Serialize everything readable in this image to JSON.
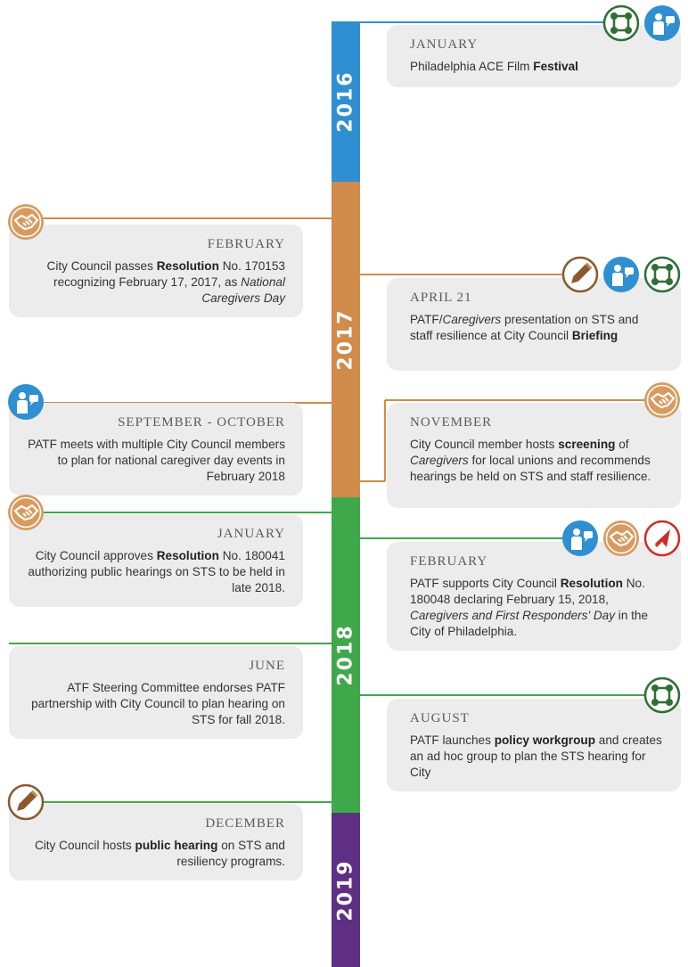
{
  "colors": {
    "y2016": "#2f8fd1",
    "y2017": "#d18b4a",
    "y2018": "#3fa84a",
    "y2019": "#5e2f83",
    "card": "#ececec",
    "icon_green": "#2e6f34",
    "icon_blue": "#2f8fd1",
    "icon_tan": "#d89b5f",
    "icon_brown": "#8a5a2e",
    "icon_purple": "#4a2163",
    "icon_red": "#c9302c"
  },
  "years": [
    "2016",
    "2017",
    "2018",
    "2019"
  ],
  "events": [
    {
      "month": "JANUARY",
      "segments": [
        [
          "Philadelphia ACE Film ",
          ""
        ],
        [
          "Festival",
          "b"
        ]
      ],
      "icons": [
        "network-icon",
        "person-speaking-icon"
      ]
    },
    {
      "month": "FEBRUARY",
      "segments": [
        [
          "City Council passes ",
          ""
        ],
        [
          "Resolution",
          "b"
        ],
        [
          " No. 170153 recognizing February 17, 2017, as ",
          ""
        ],
        [
          "National Caregivers Day",
          "i"
        ]
      ],
      "icons": [
        "handshake-icon"
      ]
    },
    {
      "month": "APRIL 21",
      "segments": [
        [
          "PATF/",
          ""
        ],
        [
          "Caregivers",
          "i"
        ],
        [
          " presentation on STS and staff resilience at City Council ",
          ""
        ],
        [
          "Briefing",
          "b"
        ]
      ],
      "icons": [
        "pencil-icon",
        "person-speaking-icon",
        "network-icon"
      ]
    },
    {
      "month": "SEPTEMBER - OCTOBER",
      "segments": [
        [
          "PATF meets with multiple City Council members to plan for national caregiver day events in February 2018",
          ""
        ]
      ],
      "icons": [
        "person-speaking-icon"
      ]
    },
    {
      "month": "NOVEMBER",
      "segments": [
        [
          "City Council member hosts ",
          ""
        ],
        [
          "screening",
          "b"
        ],
        [
          " of ",
          ""
        ],
        [
          "Caregivers",
          "i"
        ],
        [
          " for local unions and recommends hearings be held on STS and staff resilience.",
          ""
        ]
      ],
      "icons": [
        "handshake-icon"
      ]
    },
    {
      "month": "JANUARY",
      "segments": [
        [
          "City Council approves ",
          ""
        ],
        [
          "Resolution",
          "b"
        ],
        [
          " No. 180041 authorizing public hearings on STS to be held in late 2018.",
          ""
        ]
      ],
      "icons": [
        "handshake-icon"
      ]
    },
    {
      "month": "FEBRUARY",
      "segments": [
        [
          "PATF supports City Council ",
          ""
        ],
        [
          "Resolution",
          "b"
        ],
        [
          " No. 180048 declaring February 15, 2018, ",
          ""
        ],
        [
          "Caregivers and First Responders' Day",
          "i"
        ],
        [
          " in the City of Philadelphia.",
          ""
        ]
      ],
      "icons": [
        "person-speaking-icon",
        "handshake-icon",
        "megaphone-icon"
      ]
    },
    {
      "month": "JUNE",
      "segments": [
        [
          "ATF Steering Committee endorses PATF partnership with City Council to plan hearing on STS for fall 2018.",
          ""
        ]
      ],
      "icons": []
    },
    {
      "month": "AUGUST",
      "segments": [
        [
          "PATF launches ",
          ""
        ],
        [
          "policy workgroup",
          "b"
        ],
        [
          " and creates an ad hoc group to plan the STS hearing for City",
          ""
        ]
      ],
      "icons": [
        "network-icon"
      ]
    },
    {
      "month": "DECEMBER",
      "segments": [
        [
          "City Council hosts ",
          ""
        ],
        [
          "public hearing",
          "b"
        ],
        [
          " on STS and resiliency programs.",
          ""
        ]
      ],
      "icons": [
        "pencil-icon"
      ]
    }
  ]
}
